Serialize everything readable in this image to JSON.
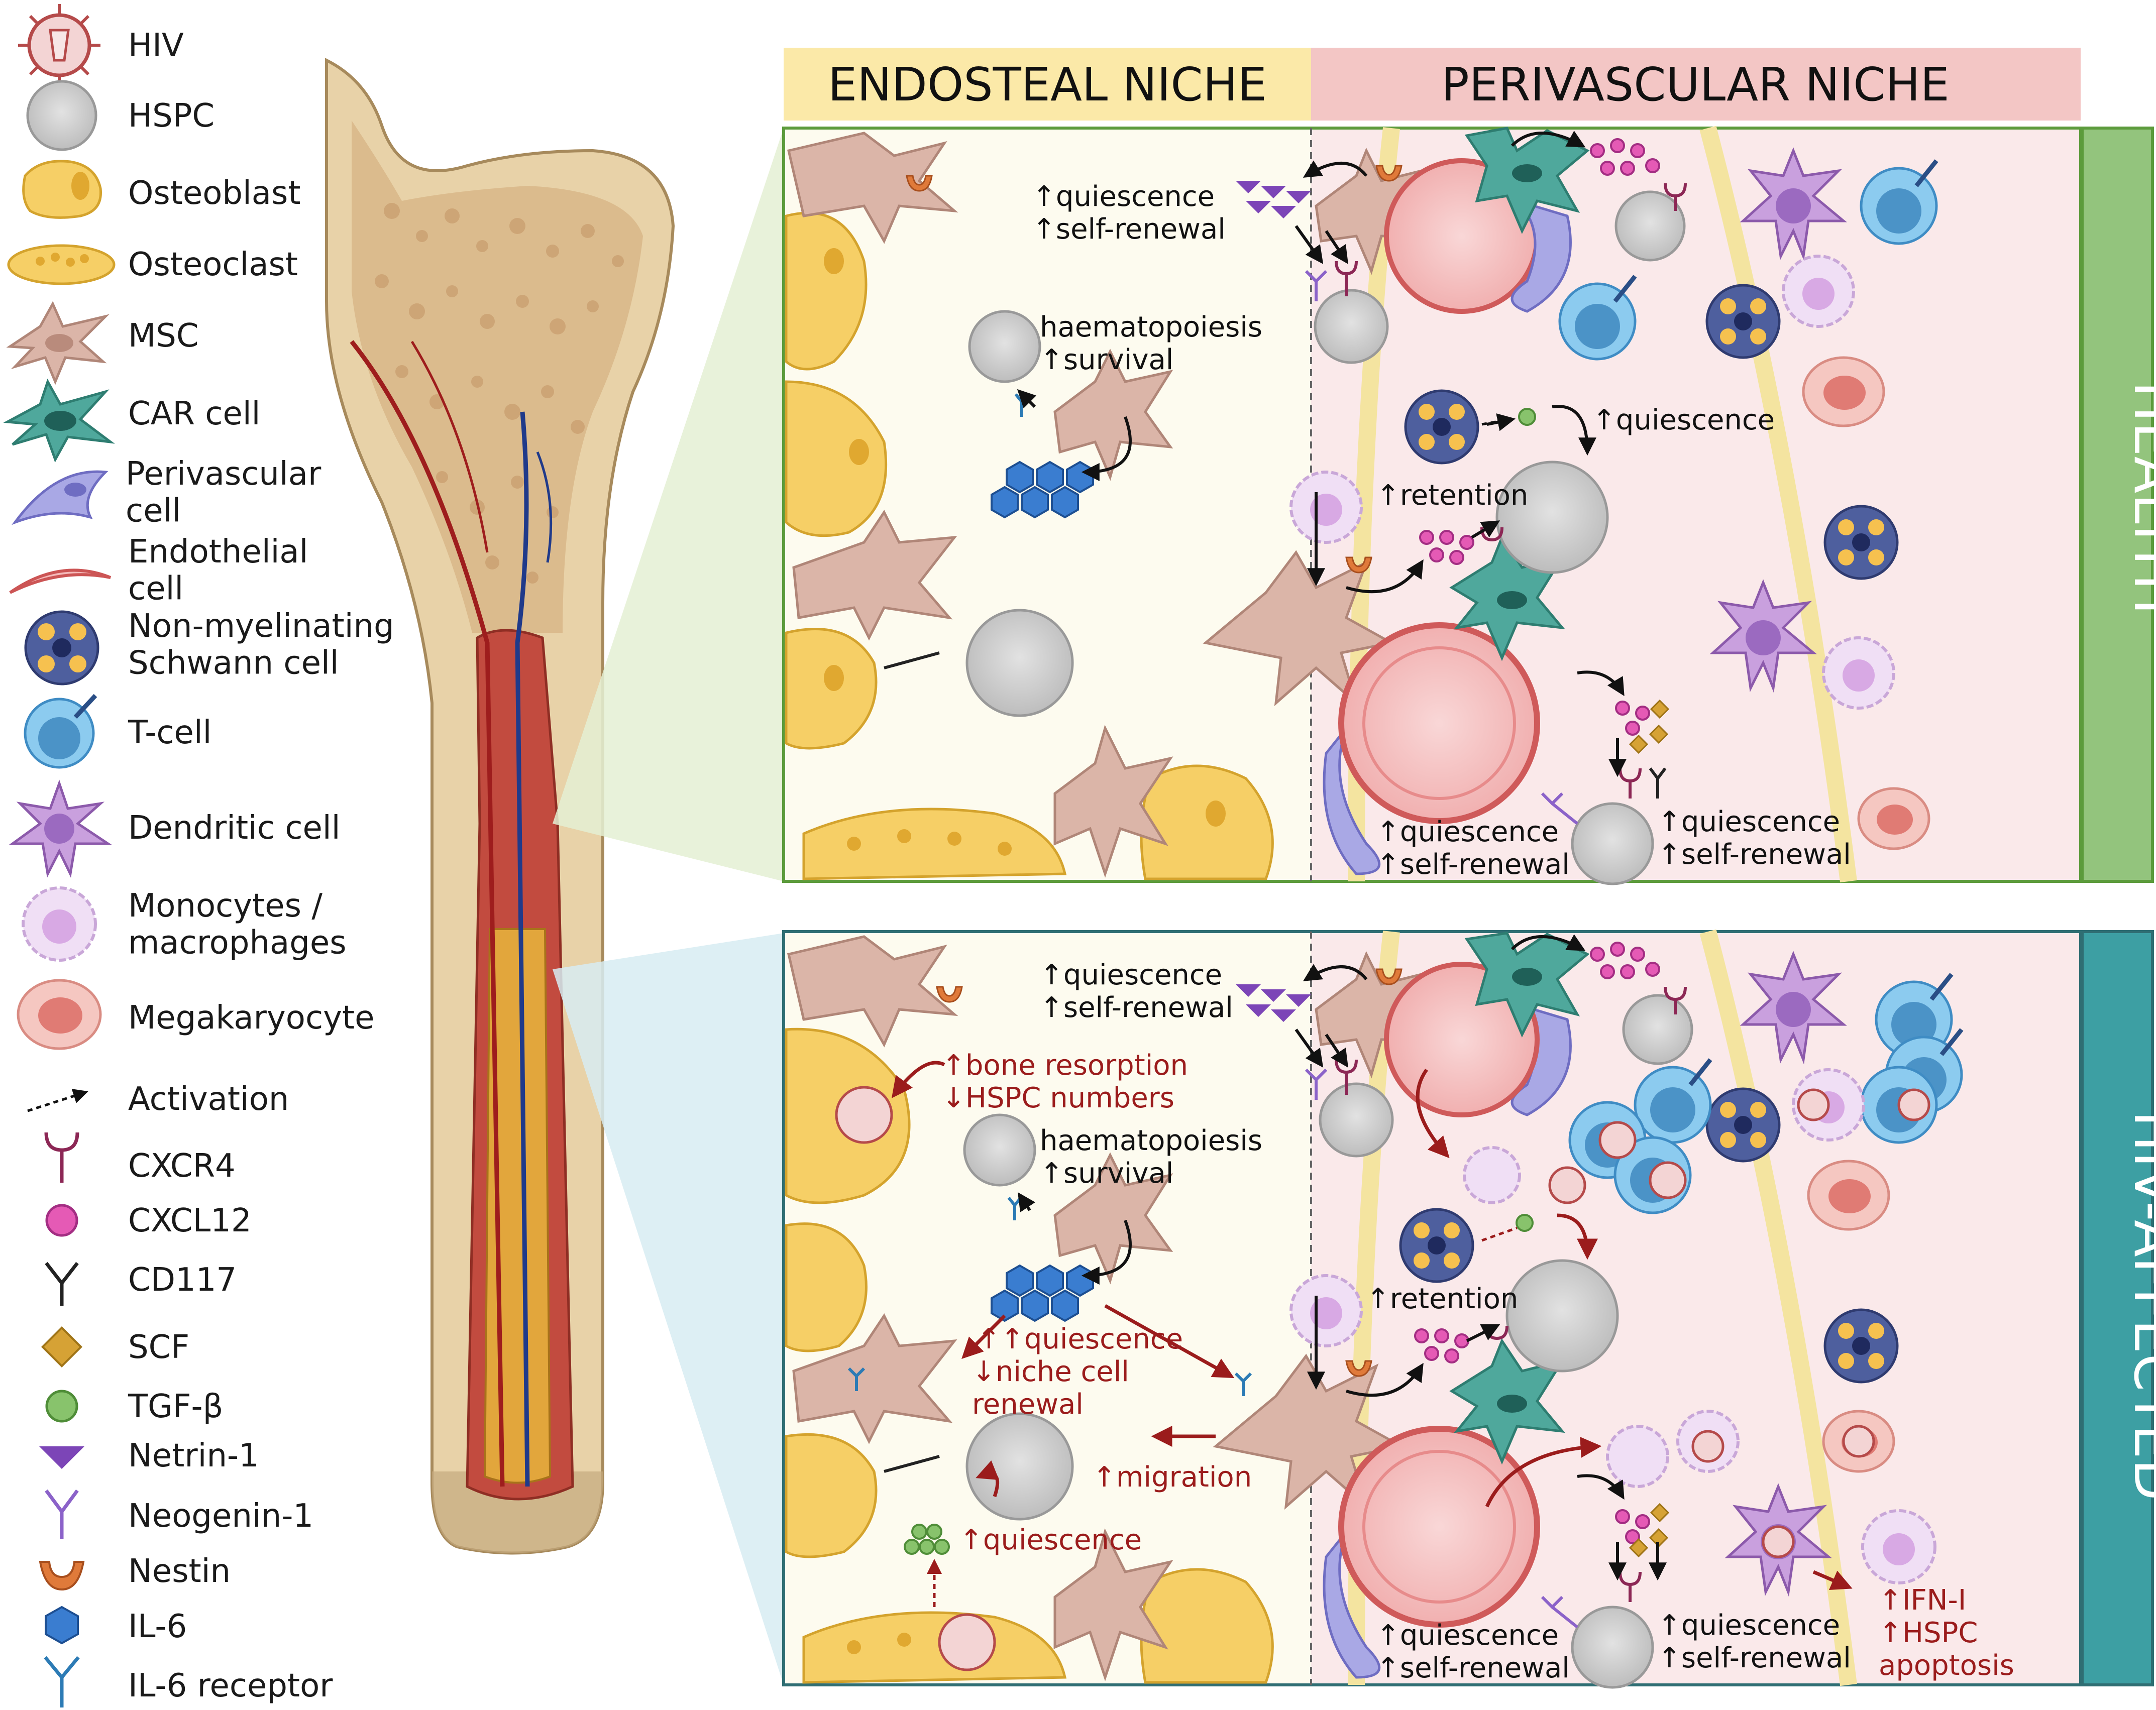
{
  "legend": {
    "items": [
      {
        "id": "hiv",
        "label": "HIV"
      },
      {
        "id": "hspc",
        "label": "HSPC"
      },
      {
        "id": "osteoblast",
        "label": "Osteoblast"
      },
      {
        "id": "osteoclast",
        "label": "Osteoclast"
      },
      {
        "id": "msc",
        "label": "MSC"
      },
      {
        "id": "car",
        "label": "CAR cell"
      },
      {
        "id": "perivascular",
        "label": "Perivascular\ncell"
      },
      {
        "id": "endothelial",
        "label": "Endothelial\ncell"
      },
      {
        "id": "schwann",
        "label": "Non-myelinating\nSchwann cell"
      },
      {
        "id": "tcell",
        "label": "T-cell"
      },
      {
        "id": "dendritic",
        "label": "Dendritic cell"
      },
      {
        "id": "monocyte",
        "label": "Monocytes /\nmacrophages"
      },
      {
        "id": "megakaryocyte",
        "label": "Megakaryocyte"
      },
      {
        "id": "activation",
        "label": "Activation"
      },
      {
        "id": "cxcr4",
        "label": "CXCR4"
      },
      {
        "id": "cxcl12",
        "label": "CXCL12"
      },
      {
        "id": "cd117",
        "label": "CD117"
      },
      {
        "id": "scf",
        "label": "SCF"
      },
      {
        "id": "tgfb",
        "label": "TGF-β"
      },
      {
        "id": "netrin",
        "label": "Netrin-1"
      },
      {
        "id": "neogenin",
        "label": "Neogenin-1"
      },
      {
        "id": "nestin",
        "label": "Nestin"
      },
      {
        "id": "il6",
        "label": "IL-6"
      },
      {
        "id": "il6r",
        "label": "IL-6 receptor"
      }
    ]
  },
  "headers": {
    "endosteal": "ENDOSTEAL NICHE",
    "perivascular": "PERIVASCULAR NICHE"
  },
  "sides": {
    "healthy": "HEALTHY",
    "hiv": "HIV-AFFECTED"
  },
  "healthy": {
    "t_quiescence_top": "↑quiescence",
    "t_selfrenewal_top": "↑self-renewal",
    "t_haem": "haematopoiesis",
    "t_survival": "↑survival",
    "t_quiescence_mid": "↑quiescence",
    "t_retention": "↑retention",
    "t_q_bl": "↑quiescence",
    "t_sr_bl": "↑self-renewal",
    "t_q_br": "↑quiescence",
    "t_sr_br": "↑self-renewal"
  },
  "hiv": {
    "t_quiescence_top": "↑quiescence",
    "t_selfrenewal_top": "↑self-renewal",
    "t_bone": "↑bone resorption",
    "t_hspcnum": "↓HSPC numbers",
    "t_haem": "haematopoiesis",
    "t_survival": "↑survival",
    "t_q_niche": "↑↑quiescence",
    "t_niche1": "↓niche cell",
    "t_niche2": "renewal",
    "t_retention": "↑retention",
    "t_migration": "↑migration",
    "t_quiescence_low": "↑quiescence",
    "t_q_bl": "↑quiescence",
    "t_sr_bl": "↑self-renewal",
    "t_q_br": "↑quiescence",
    "t_sr_br": "↑self-renewal",
    "t_ifn": "↑IFN-I",
    "t_hspc": "↑HSPC",
    "t_apoptosis": "apoptosis"
  }
}
